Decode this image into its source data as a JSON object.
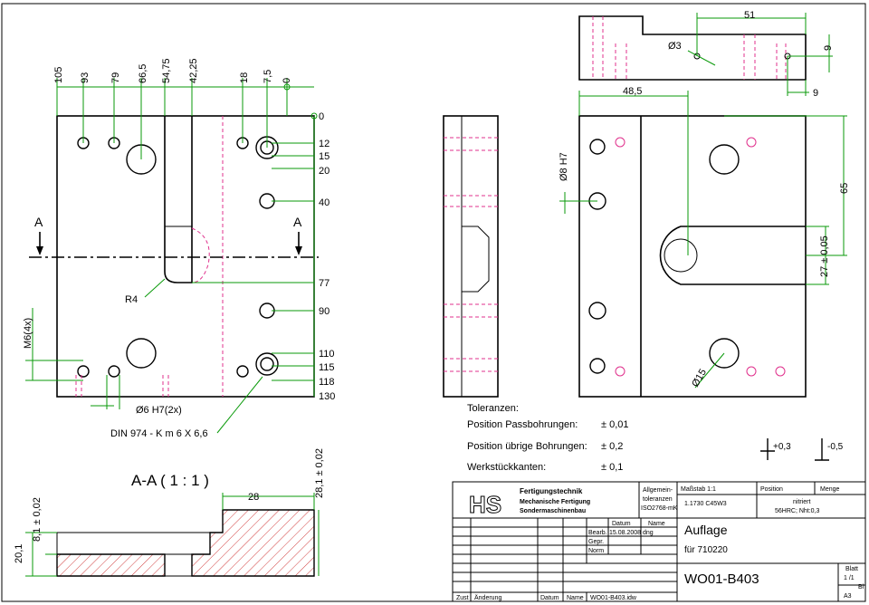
{
  "drawing": {
    "top_dims": [
      "105",
      "93",
      "79",
      "66,5",
      "54,75",
      "42,25",
      "18",
      "7,5",
      "0"
    ],
    "right_dims": [
      "0",
      "12",
      "15",
      "20",
      "40",
      "77",
      "90",
      "110",
      "115",
      "118",
      "130"
    ],
    "section_marks": [
      "A",
      "A"
    ],
    "radius_label": "R4",
    "thread_label": "M6(4x)",
    "pin_label": "Ø6 H7(2x)",
    "screw_label": "DIN 974 -  K m 6 X 6,6",
    "section_title": "A-A ( 1 : 1 )",
    "section_dims": {
      "width_28": "28",
      "h_28_1": "28,1 ± 0,02",
      "h_8_1": "8,1 ± 0,02",
      "h_20_1": "20,1"
    },
    "topview_dims": {
      "d51": "51",
      "d9a": "9",
      "d9b": "9",
      "d_hole3": "Ø3"
    },
    "frontview_dims": {
      "d48_5": "48,5",
      "d65": "65",
      "d27": "27 ± 0,05",
      "d8h7": "Ø8 H7",
      "d15": "Ø15"
    }
  },
  "tolerances": {
    "title": "Toleranzen:",
    "rows": [
      {
        "label": "Position Passbohrungen:",
        "value": "± 0,01"
      },
      {
        "label": "Position übrige Bohrungen:",
        "value": "± 0,2"
      },
      {
        "label": "Werkstückkanten:",
        "value": "± 0,1"
      }
    ],
    "symbol_plus": "+0,3",
    "symbol_minus": "-0,5"
  },
  "titleblock": {
    "company_lines": [
      "Fertigungstechnik",
      "Mechanische Fertigung",
      "Sondermaschinenbau"
    ],
    "logo": "HS",
    "general_tol": [
      "Allgemein-",
      "toleranzen",
      "ISO2768-mK"
    ],
    "massstab": "Maßstab  1:1",
    "position": "Position",
    "menge": "Menge",
    "material": "1.1730 C45W3",
    "treatment": [
      "nitriert",
      "56HRC; Nht:0,3"
    ],
    "col_datum": "Datum",
    "col_name": "Name",
    "bearb": "Bearb.",
    "bearb_date": "15.08.2008",
    "bearb_name": "dng",
    "gepr": "Gepr.",
    "norm": "Norm",
    "title": "Auflage",
    "subtitle": "für 710220",
    "drawing_no": "WO01-B403",
    "sheet_label": "Blatt",
    "sheet_value": "1 /1",
    "bl": "Bl",
    "format": "A3",
    "zust": "Zust",
    "aenderung": "Änderung",
    "datum": "Datum",
    "name": "Name",
    "file": "WO01-B403.idw"
  }
}
